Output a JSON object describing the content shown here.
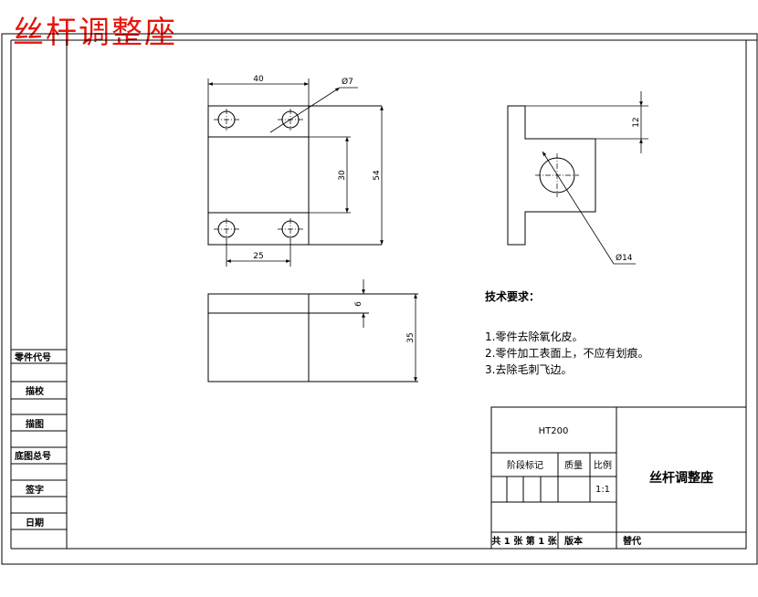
{
  "title": "丝杆调整座",
  "dimensions": {
    "width_top": "40",
    "hole_dia_small": "Ø7",
    "height_inner": "30",
    "height_total": "54",
    "hole_spacing": "25",
    "side_top": "12",
    "hole_dia_large": "Ø14",
    "bottom_thickness": "6",
    "bottom_height": "35"
  },
  "tech_requirements": {
    "heading": "技术要求：",
    "items": [
      "1.零件去除氧化皮。",
      "2.零件加工表面上，不应有划痕。",
      "3.去除毛刺飞边。"
    ]
  },
  "left_panel": [
    "零件代号",
    "描校",
    "描图",
    "底图总号",
    "签字",
    "日期"
  ],
  "title_block": {
    "material": "HT200",
    "stage_mark": "阶段标记",
    "weight": "质量",
    "scale_label": "比例",
    "scale_value": "1:1",
    "part_name": "丝杆调整座",
    "sheets": "共 1 张  第 1 张",
    "version": "版本",
    "replaces": "替代"
  }
}
